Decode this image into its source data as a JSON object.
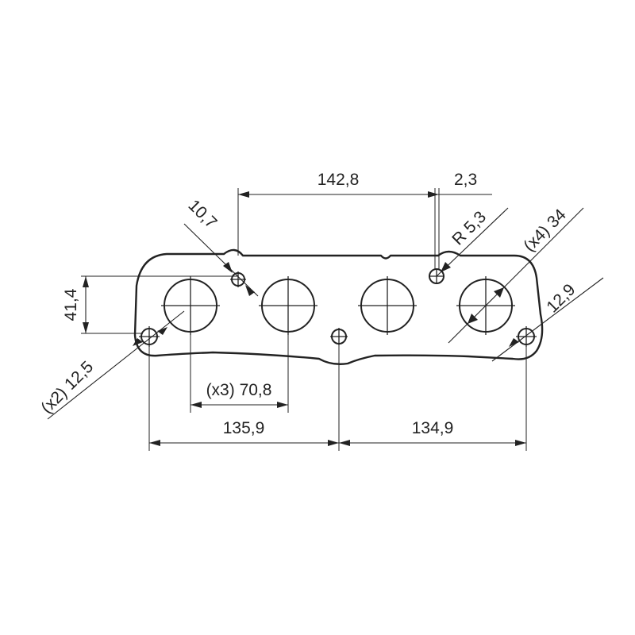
{
  "dimensions": {
    "bolt_pitch": "142,8",
    "stud_offset": "2,3",
    "stud_radius": "R 5,3",
    "port_diameter": "(x4) 34",
    "stud_hole_diameter": "12,9",
    "small_hole_diameter": "10,7",
    "flange_height": "41,4",
    "mount_hole_diameter": "(x2) 12,5",
    "port_pitch": "(x3) 70,8",
    "left_span": "135,9",
    "right_span": "134,9"
  }
}
